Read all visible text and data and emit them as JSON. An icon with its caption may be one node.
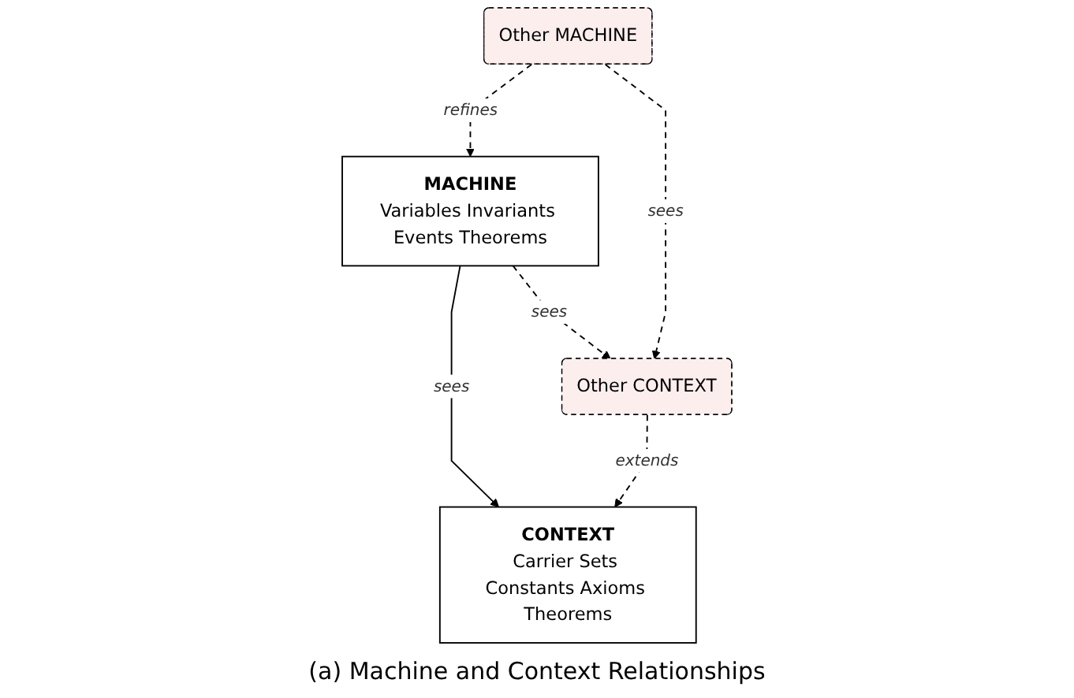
{
  "diagram": {
    "caption": "(a) Machine and Context Relationships",
    "nodes": [
      {
        "text": [
          "MACHINE",
          "Variables Invariants Events Theorems"
        ]
      },
      {
        "text": [
          "CONTEXT",
          "Carrier Sets Constants Axioms Theorems"
        ]
      },
      {
        "text": [
          "Other MACHINE"
        ]
      },
      {
        "text": [
          "Other CONTEXT"
        ]
      }
    ],
    "edges": [
      {
        "from": 0,
        "to": 1,
        "arrow": "to",
        "label": "sees"
      },
      {
        "from": 2,
        "to": 0,
        "arrow": "to",
        "label": "refines",
        "style": "dashed"
      },
      {
        "from": 0,
        "to": 3,
        "arrow": "to",
        "label": "sees",
        "style": "dashed"
      },
      {
        "from": 2,
        "to": 3,
        "arrow": "to",
        "label": "sees",
        "style": "dashed"
      },
      {
        "from": 3,
        "to": 1,
        "arrow": "to",
        "label": "extends",
        "style": "dashed"
      }
    ]
  }
}
